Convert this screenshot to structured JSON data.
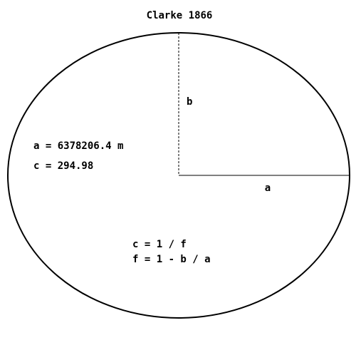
{
  "diagram": {
    "title": "Clarke 1866",
    "labels": {
      "semi_major_axis": "a",
      "semi_minor_axis": "b"
    },
    "parameters": {
      "a_value": "a = 6378206.4 m",
      "c_value": "c = 294.98"
    },
    "formulas": {
      "c_definition": "c = 1 / f",
      "f_definition": "f = 1 - b / a"
    },
    "colors": {
      "stroke": "#000000",
      "background": "#ffffff"
    }
  }
}
